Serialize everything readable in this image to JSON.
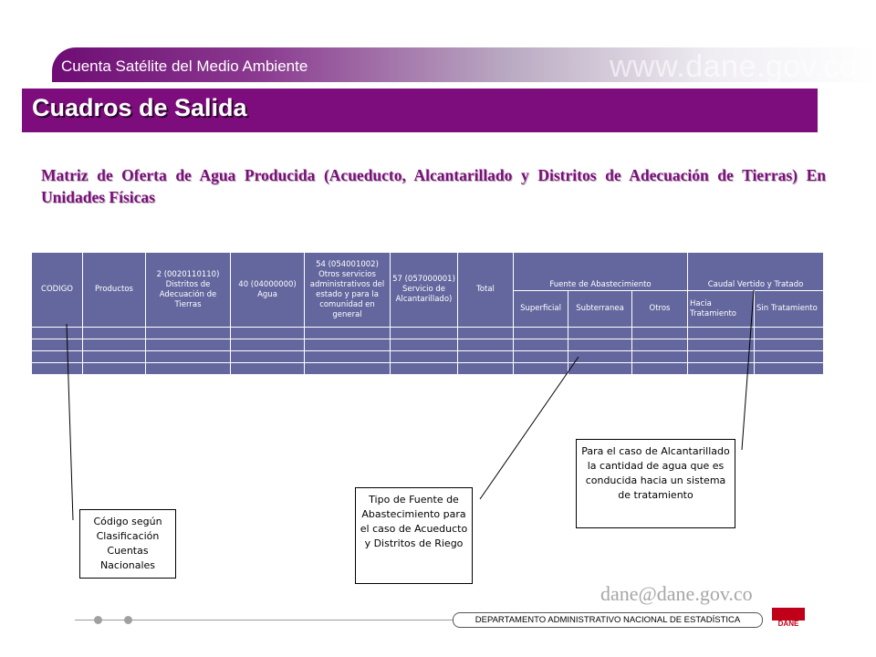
{
  "header": {
    "subtitle": "Cuenta Satélite del Medio Ambiente",
    "url": "www.dane.gov.co",
    "title": "Cuadros de Salida"
  },
  "heading": "Matriz de Oferta de Agua Producida (Acueducto, Alcantarillado y Distritos de Adecuación de Tierras) En Unidades Físicas",
  "table": {
    "columns": {
      "codigo": "CODIGO",
      "productos": "Productos",
      "col2": "2 (0020110110) Distritos de Adecuación de Tierras",
      "col40": "40 (04000000) Agua",
      "col54": "54 (054001002) Otros servicios administrativos del estado y para la comunidad en general",
      "col57": "57 (057000001) Servicio de Alcantarillado)",
      "total": "Total",
      "fuente": "Fuente de Abastecimiento",
      "caudal": "Caudal Vertido y Tratado",
      "superficial": "Superficial",
      "subterranea": "Subterranea",
      "otros": "Otros",
      "hacia": "Hacia Tratamiento",
      "sin": "Sin Tratamiento"
    },
    "empty_rows": 4
  },
  "callouts": {
    "codigo": "Código según Clasificación Cuentas Nacionales",
    "fuente": "Tipo de Fuente de Abastecimiento para el caso de Acueducto y Distritos de Riego",
    "alcantarillado": "Para el caso de Alcantarillado la cantidad de agua que es conducida hacia un sistema de tratamiento"
  },
  "footer": {
    "email": "dane@dane.gov.co",
    "department": "DEPARTAMENTO ADMINISTRATIVO NACIONAL DE ESTADÍSTICA",
    "logo_text": "DANE"
  },
  "colors": {
    "brand_purple": "#7d0c7c",
    "table_blue": "#64679e",
    "logo_red": "#c00018"
  }
}
